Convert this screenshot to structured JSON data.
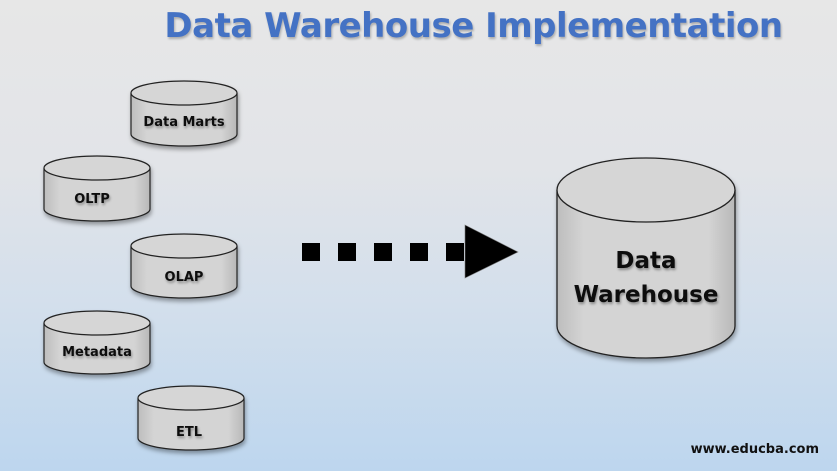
{
  "title": "Data Warehouse Implementation",
  "sources": [
    {
      "id": "data-marts",
      "label": "Data Marts"
    },
    {
      "id": "oltp",
      "label": "OLTP"
    },
    {
      "id": "olap",
      "label": "OLAP"
    },
    {
      "id": "metadata",
      "label": "Metadata"
    },
    {
      "id": "etl",
      "label": "ETL"
    }
  ],
  "target": {
    "label_line1": "Data",
    "label_line2": "Warehouse"
  },
  "arrow": {
    "icon": "dotted-arrow-right-icon",
    "dash_count": 5
  },
  "watermark": "www.educba.com",
  "colors": {
    "title": "#4472c4",
    "cylinder_fill": "#d0d0d0",
    "cylinder_stroke": "#222222",
    "arrow": "#000000"
  }
}
